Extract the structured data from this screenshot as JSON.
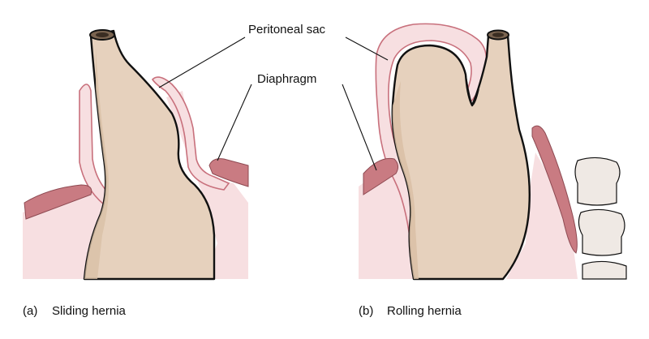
{
  "labels": {
    "peritoneal_sac": "Peritoneal sac",
    "diaphragm": "Diaphragm"
  },
  "captions": {
    "a_letter": "(a)",
    "a_text": "Sliding hernia",
    "b_letter": "(b)",
    "b_text": "Rolling hernia"
  },
  "colors": {
    "stomach": "#e6d1bd",
    "stomach_shade": "#d9c0a6",
    "peritoneum": "#f7dfe1",
    "peritoneum_edge": "#c8707c",
    "diaphragm_muscle": "#c97b82",
    "vertebra": "#efe9e4",
    "outline": "#111111"
  }
}
